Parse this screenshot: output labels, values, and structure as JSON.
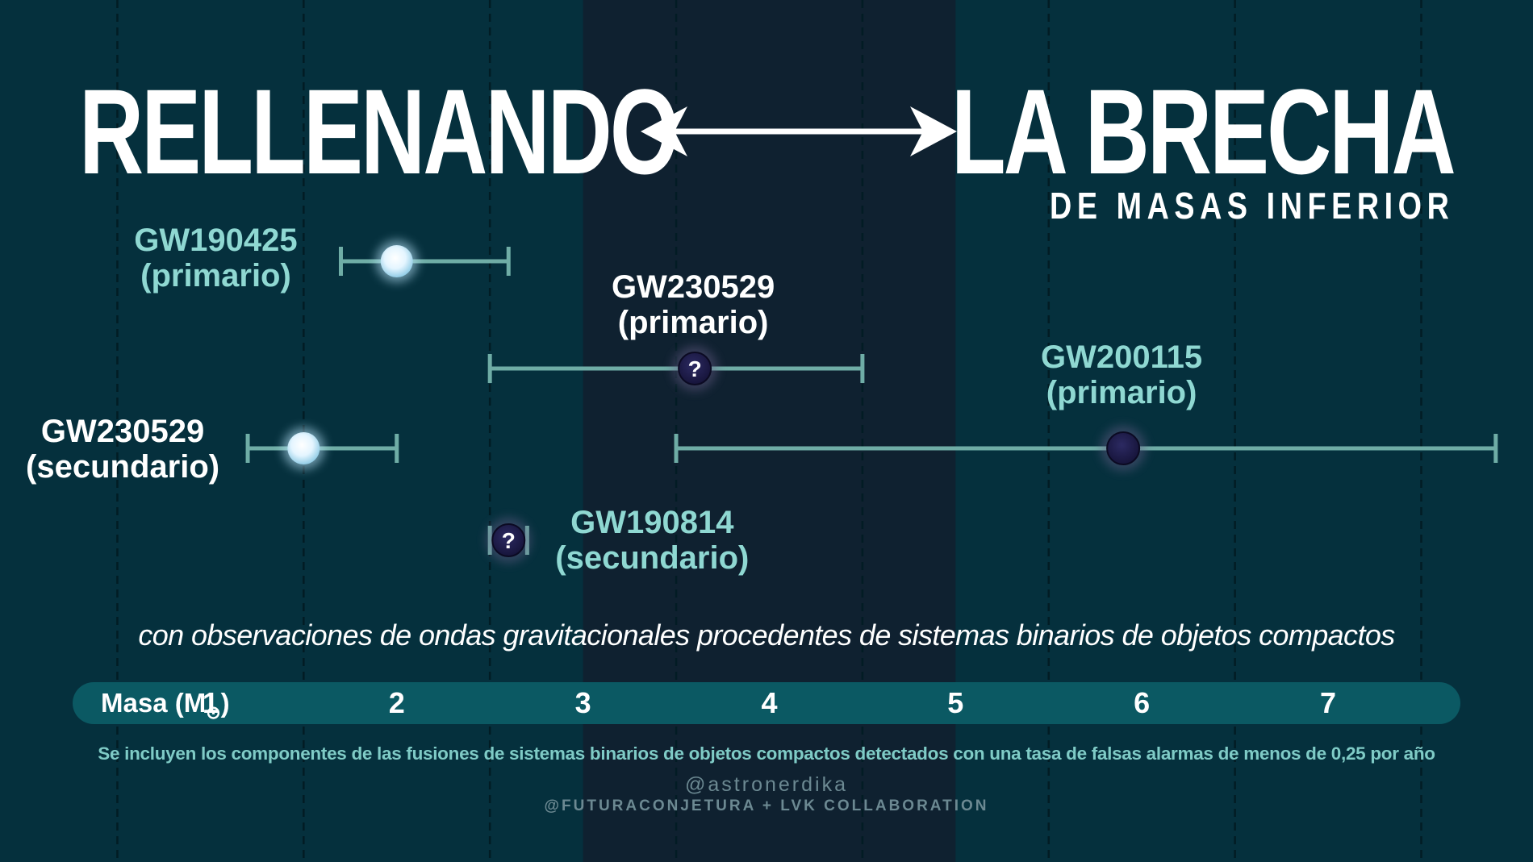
{
  "title": {
    "left": "RELLENANDO",
    "right": "LA BRECHA",
    "subtitle": "DE MASAS INFERIOR"
  },
  "caption": "con observaciones de ondas gravitacionales procedentes de sistemas binarios de objetos compactos",
  "footnote": "Se incluyen los componentes de las fusiones de sistemas binarios de objetos compactos detectados con una tasa de falsas alarmas de menos de 0,25 por año",
  "credits": {
    "line1": "@astronerdika",
    "line2": "@FUTURACONJETURA + LVK COLLABORATION"
  },
  "colors": {
    "background": "#05303d",
    "gap_band": "#0f2130",
    "axis_bar": "#0b5963",
    "teal_text": "#8fd8d2",
    "error_bar": "#6fada6",
    "white": "#ffffff",
    "dark_marker": "#1f1d4a"
  },
  "chart_data": {
    "type": "scatter",
    "x_axis": {
      "label_main": "Masa (M",
      "label_sub": "⊙",
      "label_end": ")",
      "ticks": [
        "1",
        "2",
        "3",
        "4",
        "5",
        "6",
        "7"
      ],
      "tick_values": [
        1,
        2,
        3,
        4,
        5,
        6,
        7
      ],
      "range": [
        -0.13,
        8.1
      ]
    },
    "gap_band": [
      3,
      5
    ],
    "gridlines": [
      1,
      2,
      3,
      4,
      5,
      6,
      7,
      8
    ],
    "grid": true,
    "legend": "none",
    "points": [
      {
        "name": "GW190425",
        "role": "(primario)",
        "value": 2.0,
        "low": 1.7,
        "high": 2.6,
        "marker": "bright",
        "marker_symbol": "",
        "label_color": "teal",
        "label_side": "left",
        "row": 1
      },
      {
        "name": "GW230529",
        "role": "(primario)",
        "value": 3.6,
        "low": 2.5,
        "high": 4.5,
        "marker": "dark",
        "marker_symbol": "?",
        "label_color": "white",
        "label_side": "above",
        "row": 2
      },
      {
        "name": "GW200115",
        "role": "(primario)",
        "value": 5.9,
        "low": 3.5,
        "high": 7.9,
        "marker": "dark",
        "marker_symbol": "",
        "label_color": "teal",
        "label_side": "above",
        "row": 3
      },
      {
        "name": "GW230529",
        "role": "(secundario)",
        "value": 1.5,
        "low": 1.2,
        "high": 2.0,
        "marker": "bright",
        "marker_symbol": "",
        "label_color": "white",
        "label_side": "left",
        "row": 3
      },
      {
        "name": "GW190814",
        "role": "(secundario)",
        "value": 2.6,
        "low": 2.5,
        "high": 2.7,
        "marker": "dark",
        "marker_symbol": "?",
        "label_color": "teal",
        "label_side": "right",
        "row": 4
      }
    ]
  }
}
